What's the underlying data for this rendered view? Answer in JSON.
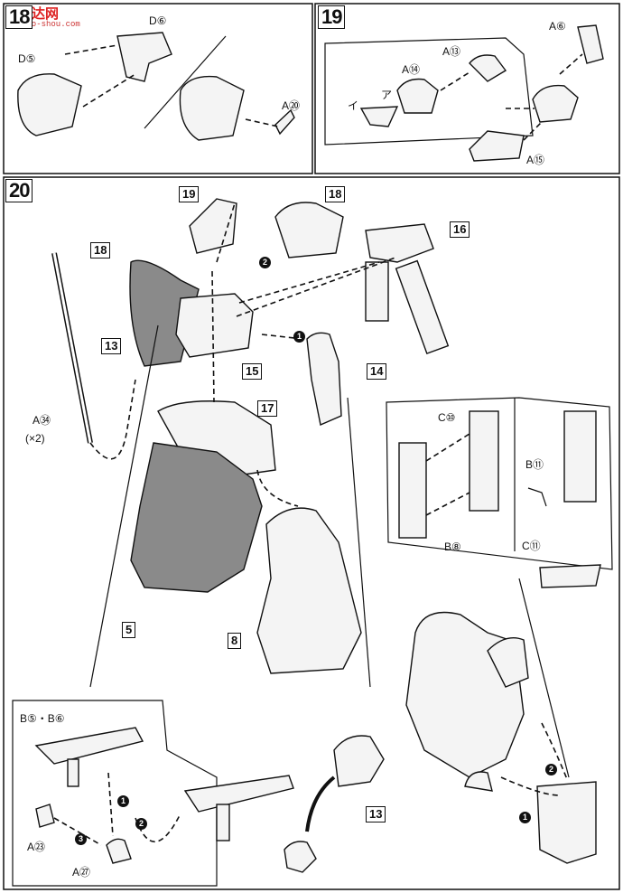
{
  "watermark": {
    "title": "高达网",
    "url": "gao-shou.com"
  },
  "step18": {
    "num": "18",
    "labels": {
      "d6": "D⑥",
      "d5": "D⑤",
      "a20": "A⑳"
    }
  },
  "step19": {
    "num": "19",
    "labels": {
      "a6": "A⑥",
      "a13": "A⑬",
      "a14": "A⑭",
      "a15": "A⑮",
      "a": "ア",
      "i": "イ"
    }
  },
  "step20": {
    "num": "20",
    "boxes": {
      "b18a": "18",
      "b18b": "18",
      "b19": "19",
      "b16": "16",
      "b13a": "13",
      "b15": "15",
      "b14": "14",
      "b17": "17",
      "b5": "5",
      "b8": "8",
      "b13b": "13"
    },
    "labels": {
      "a34": "A㉞",
      "x2": "(×2)",
      "c10": "C⑩",
      "b8": "B⑧",
      "b11": "B⑪",
      "c11": "C⑪",
      "b5b6": "B⑤・B⑥",
      "a23": "A㉓",
      "a27": "A㉗"
    },
    "markers": {
      "m1": "1",
      "m2": "2",
      "m3": "3"
    }
  }
}
